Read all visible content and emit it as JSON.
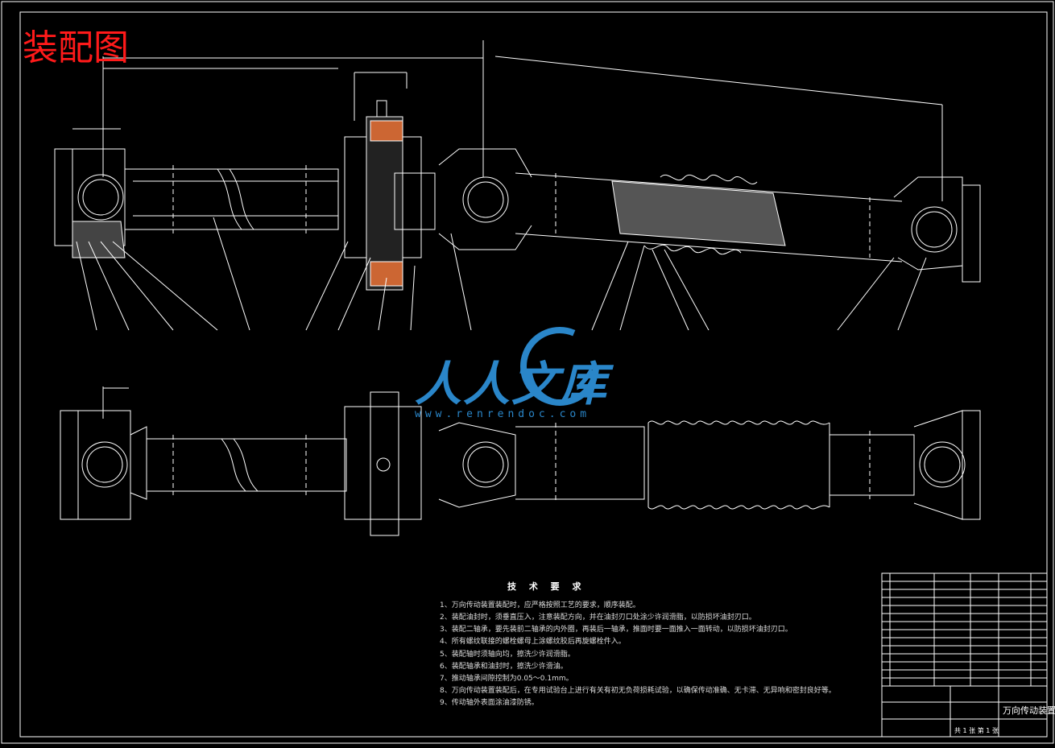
{
  "title": "装配图",
  "watermark": {
    "text": "人人文库",
    "url": "www.renrendoc.com"
  },
  "tech_requirements": {
    "heading": "技 术 要 求",
    "items": [
      "1、万向传动装置装配时，应严格按照工艺的要求，顺序装配。",
      "2、装配油封时，须垂直压入，注意装配方向，并在油封刃口处涂少许润滑脂，以防损坏油封刃口。",
      "3、装配二轴承，要先装前二轴承的内外圈，再装后一轴承，推面时要一面推入一面转动，以防损坏油封刃口。",
      "4、所有螺纹联接的螺栓螺母上涂螺纹胶后再旋螺栓件入。",
      "5、装配轴时须轴向均，擦洗少许润滑脂。",
      "6、装配轴承和油封时，擦洗少许滑油。",
      "7、推动轴承间隙控制为0.05～0.1mm。",
      "8、万向传动装置装配后，在专用试验台上进行有关有初无负荷损耗试验，以确保传动准确、无卡滞、无异响和密封良好等。",
      "9、传动轴外表面涂油漆防锈。"
    ]
  },
  "title_block": {
    "drawing_name": "万向传动装置",
    "sheet_info": "共 1 张   第 1 张"
  }
}
